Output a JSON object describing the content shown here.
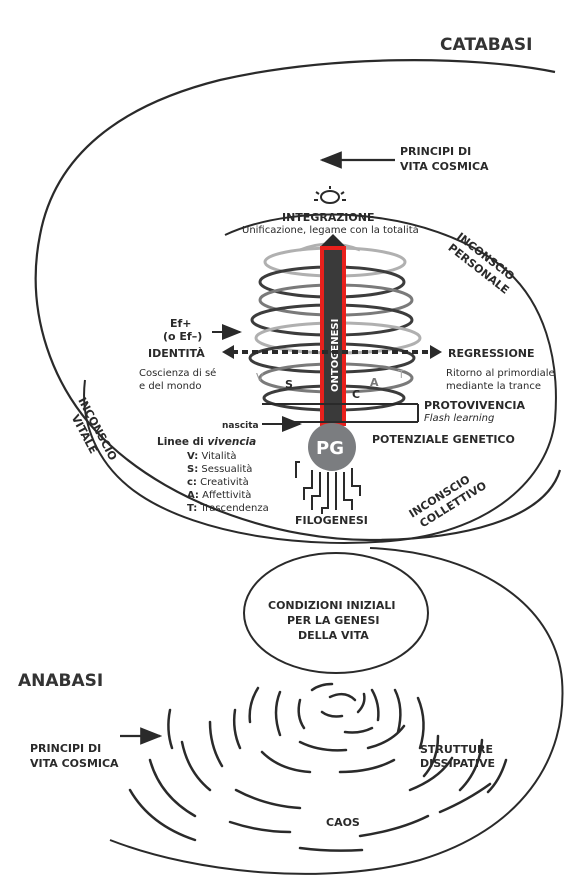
{
  "labels": {
    "catabasi": "CATABASI",
    "anabasi": "ANABASI",
    "principi_top_1": "PRINCIPI DI",
    "principi_top_2": "VITA COSMICA",
    "principi_bottom_1": "PRINCIPI DI",
    "principi_bottom_2": "VITA COSMICA",
    "integrazione": "INTEGRAZIONE",
    "integrazione_sub": "Unificazione, legame con la totalità",
    "inconscio_personale_1": "INCONSCIO",
    "inconscio_personale_2": "PERSONALE",
    "inconscio_vitale_1": "INCONSCIO",
    "inconscio_vitale_2": "VITALE",
    "inconscio_collettivo_1": "INCONSCIO",
    "inconscio_collettivo_2": "COLLETTIVO",
    "ef_1": "Ef+",
    "ef_2": "(o Ef–)",
    "identita": "IDENTITÀ",
    "identita_sub_1": "Coscienza di sé",
    "identita_sub_2": "e del mondo",
    "regressione": "REGRESSIONE",
    "regressione_sub_1": "Ritorno al primordiale",
    "regressione_sub_2": "mediante la trance",
    "ontogenesi": "ONTOGENESI",
    "protovivencia": "PROTOVIVENCIA",
    "flash_learning": "Flash learning",
    "nascita": "nascita",
    "pg": "PG",
    "potenziale_genetico": "POTENZIALE GENETICO",
    "filogenesi": "FILOGENESI",
    "linee_title_a": "Linee di ",
    "linee_title_b": "vivencia",
    "linea_v_k": "V:",
    "linea_v": " Vitalità",
    "linea_s_k": "S:",
    "linea_s": " Sessualità",
    "linea_c_k": "c:",
    "linea_c": " Creatività",
    "linea_a_k": "A:",
    "linea_a": " Affettività",
    "linea_t_k": "T:",
    "linea_t": " Trascendenza",
    "spiral_v": "V",
    "spiral_s": "S",
    "spiral_c": "C",
    "spiral_a": "A",
    "spiral_t": "T",
    "condizioni_1": "CONDIZIONI INIZIALI",
    "condizioni_2": "PER LA GENESI",
    "condizioni_3": "DELLA VITA",
    "strutture_1": "STRUTTURE",
    "strutture_2": "DISSIPATIVE",
    "caos": "CAOS"
  },
  "colors": {
    "ontogenesi_bar": "#e8201c",
    "pg_circle": "#7b7d80",
    "spiral_dark": "#3c3c3c",
    "spiral_mid": "#7a7a7a",
    "spiral_light": "#b0b0b0"
  }
}
